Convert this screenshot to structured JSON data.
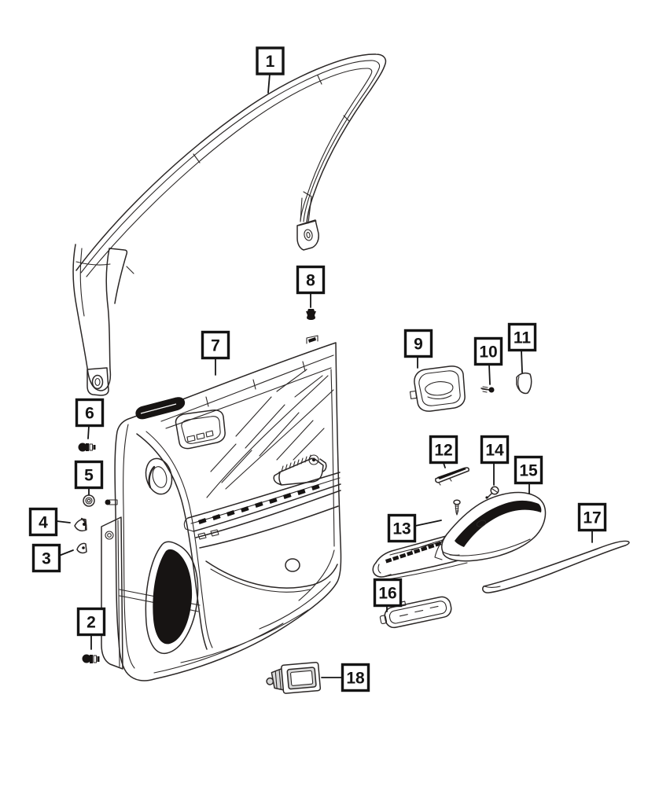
{
  "figure": {
    "type": "exploded-parts-diagram",
    "subject": "front-door-trim-panel",
    "background_color": "#ffffff",
    "line_color": "#2b2726",
    "callout_border_color": "#141414",
    "dark_fill_color": "#171413",
    "gray_fill_color": "#d8d8d8"
  },
  "callouts": [
    {
      "number": "1",
      "part": "window-surround-weatherstrip"
    },
    {
      "number": "2",
      "part": "push-pin-retainer"
    },
    {
      "number": "3",
      "part": "retainer-clip"
    },
    {
      "number": "4",
      "part": "retainer-clip"
    },
    {
      "number": "5",
      "part": "grommet"
    },
    {
      "number": "6",
      "part": "push-pin-retainer"
    },
    {
      "number": "7",
      "part": "door-trim-panel"
    },
    {
      "number": "8",
      "part": "push-pin-retainer"
    },
    {
      "number": "9",
      "part": "inside-handle-bezel"
    },
    {
      "number": "10",
      "part": "screw"
    },
    {
      "number": "11",
      "part": "cover"
    },
    {
      "number": "12",
      "part": "lamp-lens"
    },
    {
      "number": "13",
      "part": "armrest-base-panel"
    },
    {
      "number": "14",
      "part": "retainer-clip"
    },
    {
      "number": "15",
      "part": "armrest-pad"
    },
    {
      "number": "16",
      "part": "gasket-seal"
    },
    {
      "number": "17",
      "part": "trim-molding"
    },
    {
      "number": "18",
      "part": "courtesy-lamp"
    }
  ]
}
